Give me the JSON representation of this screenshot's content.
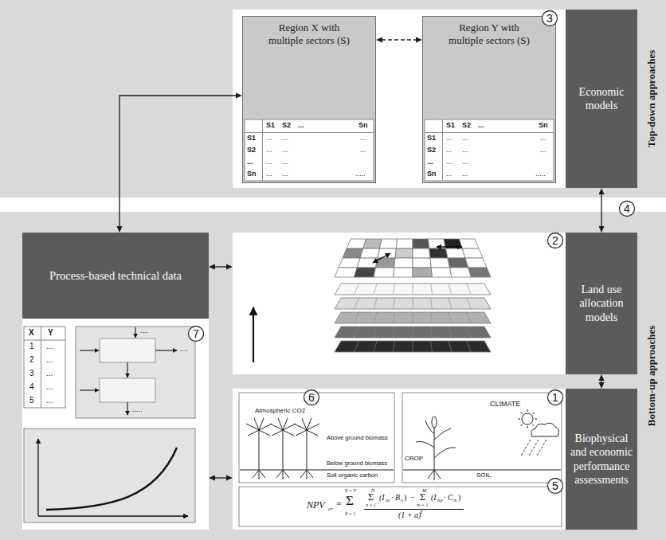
{
  "diagram": {
    "nodes": [
      {
        "text": [
          "Top-down approaches"
        ]
      },
      {
        "text": [
          "Economic models"
        ],
        "in": 0
      },
      {
        "text": [
          "Region X with multiple sectors (S)"
        ],
        "in": 1
      },
      {
        "text": [
          "Region Y with multiple sectors (S)"
        ],
        "in": 1
      },
      {
        "text": [
          "Bottom-up approaches"
        ]
      },
      {
        "text": [
          "Process-based technical data"
        ],
        "in": 4
      },
      {
        "text": [
          "Land use allocation models"
        ],
        "in": 4
      },
      {
        "text": [
          "Biophysical and economic performance assessments"
        ],
        "in": 4
      }
    ],
    "edges": [
      {
        "from": 2,
        "to": 3,
        "arrow": "both"
      },
      {
        "from": 5,
        "to": 2,
        "arrow": "both"
      },
      {
        "from": 5,
        "to": 6,
        "arrow": "both"
      },
      {
        "from": 1,
        "to": 6,
        "arrow": "both"
      },
      {
        "from": 6,
        "to": 7,
        "arrow": "both"
      },
      {
        "from": 5,
        "to": 7,
        "arrow": "both"
      }
    ],
    "labels": [
      "3",
      "2",
      "4",
      "6",
      "1",
      "5",
      "7",
      "S1",
      "S2",
      "...",
      "Sn",
      "S1",
      "S2",
      "...",
      "Sn",
      "...",
      "...",
      "...",
      "...",
      "...",
      "...",
      "...",
      "...",
      "...",
      "...",
      ".....",
      "S1",
      "S2",
      "...",
      "Sn",
      "S1",
      "S2",
      "...",
      "Sn",
      "...",
      "...",
      "...",
      "...",
      "...",
      "...",
      "...",
      "...",
      "...",
      "...",
      ".....",
      "X",
      "Y",
      "1",
      "...",
      "2",
      "...",
      "3",
      "...",
      "4",
      "...",
      "5",
      "...",
      "....",
      "....",
      ".....",
      "Atmospheric CO2",
      "Above ground biomass",
      "Below ground biomass",
      "Soil organic carbon",
      "CLIMATE",
      "CROP",
      "SOIL",
      "NPV",
      "cr",
      "=",
      "Y = T",
      "Σ",
      "Y = 1",
      "N",
      "Σ",
      "n = 1",
      "(I",
      "ny",
      "· B",
      "n",
      ")",
      "−",
      "M",
      "Σ",
      "m = 1",
      "(I",
      "my",
      "· C",
      "m",
      ")",
      "(1 + a)",
      "Y"
    ]
  }
}
